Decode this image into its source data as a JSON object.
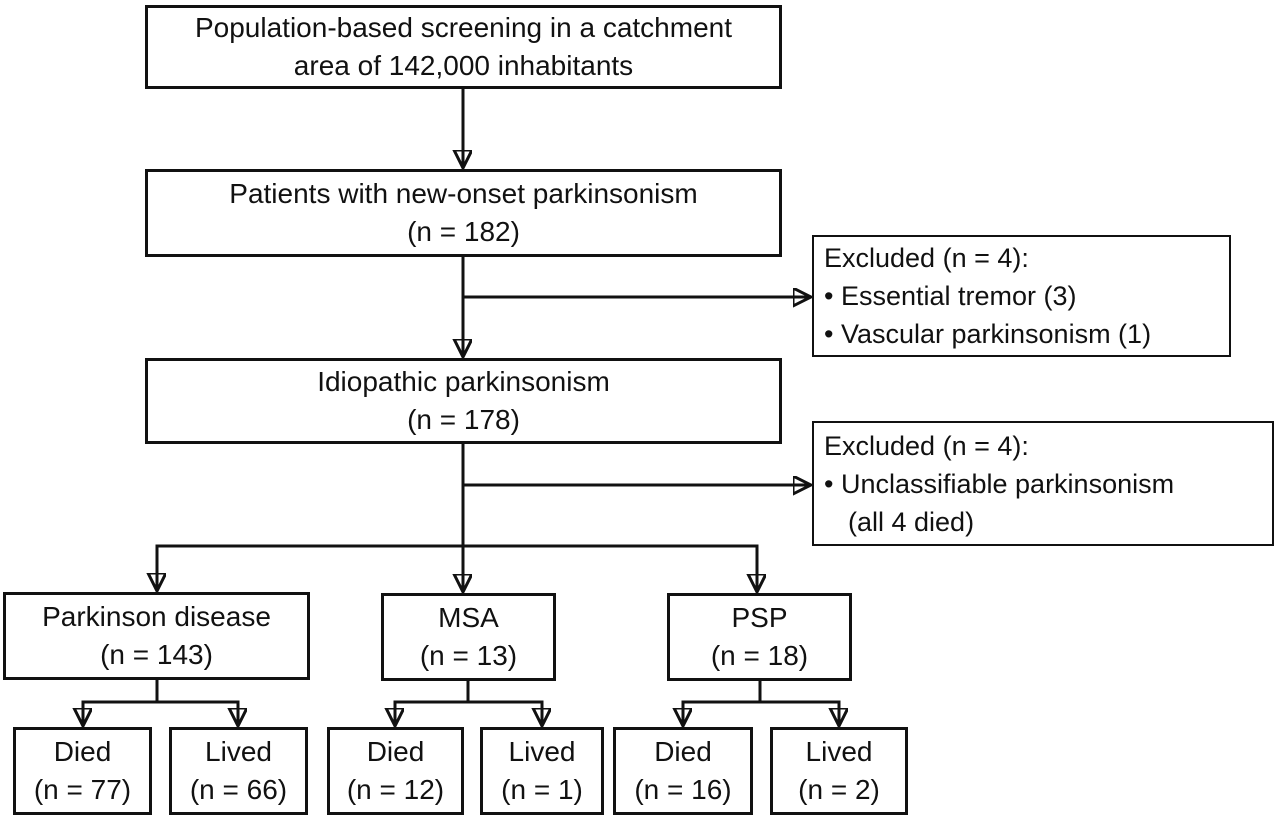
{
  "flowchart": {
    "colors": {
      "background": "#ffffff",
      "line": "#111111",
      "box_fill": "#ffffff"
    },
    "boxes": {
      "screening": {
        "lines": [
          "Population-based screening in a catchment",
          "area of 142,000 inhabitants"
        ]
      },
      "new_onset": {
        "lines": [
          "Patients with new-onset parkinsonism",
          "(n = 182)"
        ]
      },
      "excluded_after_screening": {
        "lines": [
          "Excluded (n = 4):",
          "• Essential tremor (3)",
          "• Vascular parkinsonism (1)"
        ]
      },
      "idiopathic": {
        "lines": [
          "Idiopathic parkinsonism",
          "(n = 178)"
        ]
      },
      "excluded_unclassifiable": {
        "lines": [
          "Excluded (n = 4):",
          "• Unclassifiable parkinsonism",
          "(all 4 died)"
        ]
      },
      "parkinson_disease": {
        "lines": [
          "Parkinson disease",
          "(n = 143)"
        ]
      },
      "msa": {
        "lines": [
          "MSA",
          "(n = 13)"
        ]
      },
      "psp": {
        "lines": [
          "PSP",
          "(n = 18)"
        ]
      },
      "pd_died": {
        "lines": [
          "Died",
          "(n = 77)"
        ]
      },
      "pd_lived": {
        "lines": [
          "Lived",
          "(n = 66)"
        ]
      },
      "msa_died": {
        "lines": [
          "Died",
          "(n = 12)"
        ]
      },
      "msa_lived": {
        "lines": [
          "Lived",
          "(n = 1)"
        ]
      },
      "psp_died": {
        "lines": [
          "Died",
          "(n = 16)"
        ]
      },
      "psp_lived": {
        "lines": [
          "Lived",
          "(n = 2)"
        ]
      }
    }
  }
}
